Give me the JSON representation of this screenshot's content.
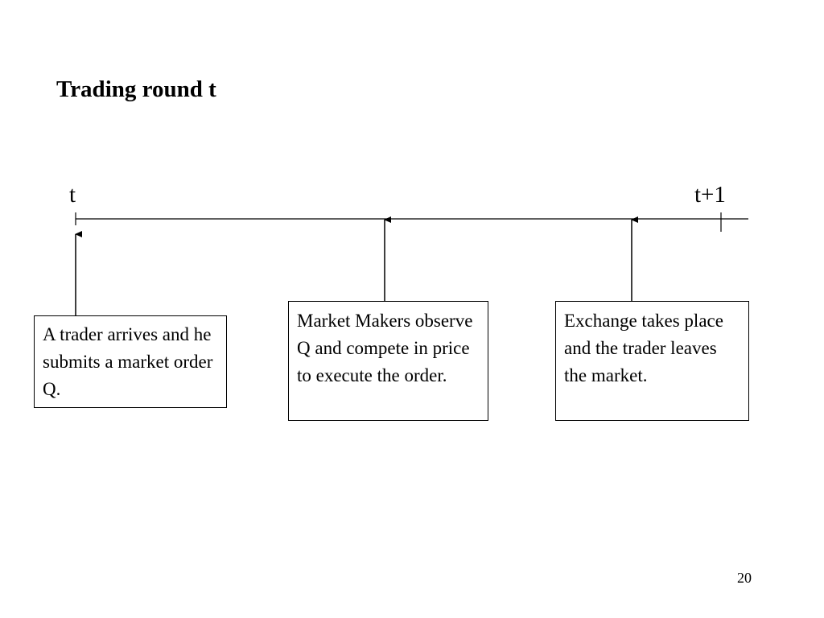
{
  "slide": {
    "title": "Trading round t",
    "page_number": "20"
  },
  "timeline": {
    "start_label": "t",
    "end_label": "t+1"
  },
  "events": [
    {
      "text": "A trader arrives and he submits a market order Q."
    },
    {
      "text": "Market Makers observe Q and compete in price to execute the order."
    },
    {
      "text": "Exchange takes place and the trader leaves the market."
    }
  ]
}
